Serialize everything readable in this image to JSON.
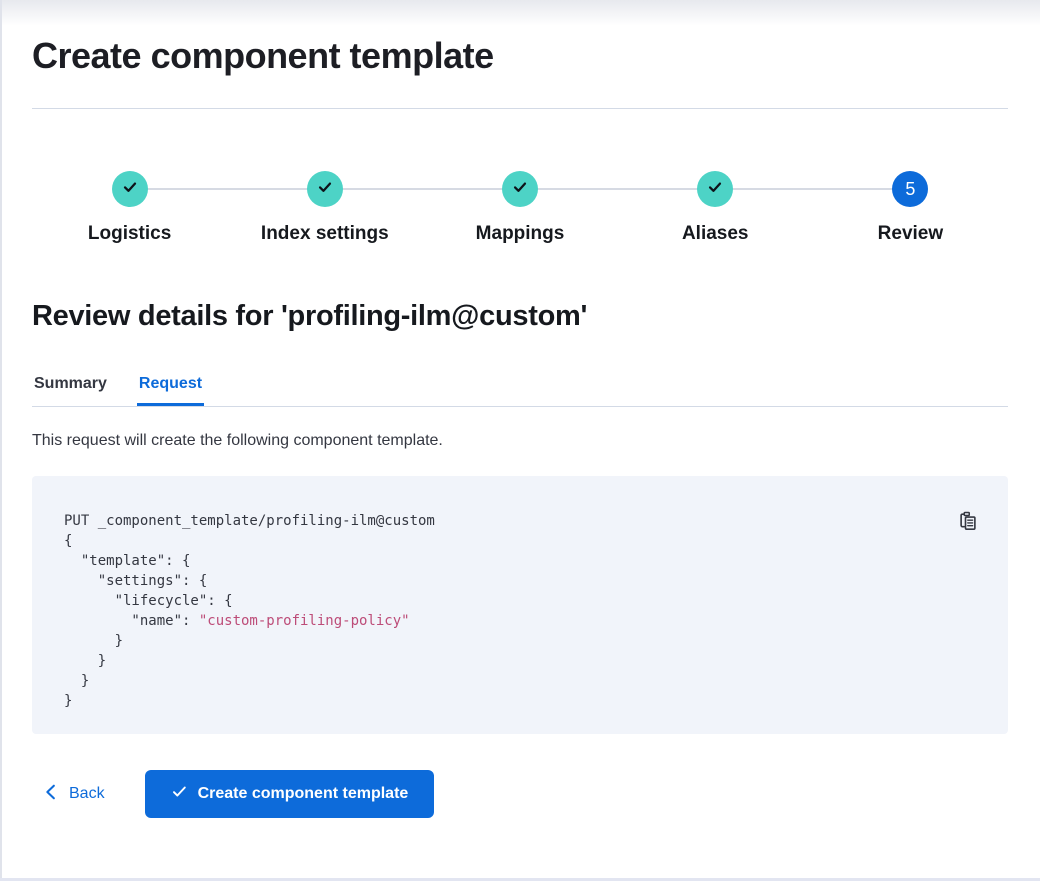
{
  "page": {
    "title": "Create component template"
  },
  "steps": {
    "items": [
      {
        "label": "Logistics",
        "status": "complete"
      },
      {
        "label": "Index settings",
        "status": "complete"
      },
      {
        "label": "Mappings",
        "status": "complete"
      },
      {
        "label": "Aliases",
        "status": "complete"
      },
      {
        "label": "Review",
        "status": "current",
        "number": "5"
      }
    ]
  },
  "review": {
    "heading": "Review details for 'profiling-ilm@custom'",
    "tabs": [
      {
        "label": "Summary",
        "active": false
      },
      {
        "label": "Request",
        "active": true
      }
    ],
    "description": "This request will create the following component template."
  },
  "code": {
    "lines": [
      {
        "segments": [
          {
            "text": "PUT _component_template/profiling-ilm@custom",
            "style": "plain"
          }
        ]
      },
      {
        "segments": [
          {
            "text": "{",
            "style": "plain"
          }
        ]
      },
      {
        "segments": [
          {
            "text": "  \"template\": {",
            "style": "plain"
          }
        ]
      },
      {
        "segments": [
          {
            "text": "    \"settings\": {",
            "style": "plain"
          }
        ]
      },
      {
        "segments": [
          {
            "text": "      \"lifecycle\": {",
            "style": "plain"
          }
        ]
      },
      {
        "segments": [
          {
            "text": "        \"name\": ",
            "style": "plain"
          },
          {
            "text": "\"custom-profiling-policy\"",
            "style": "string"
          }
        ]
      },
      {
        "segments": [
          {
            "text": "      }",
            "style": "plain"
          }
        ]
      },
      {
        "segments": [
          {
            "text": "    }",
            "style": "plain"
          }
        ]
      },
      {
        "segments": [
          {
            "text": "  }",
            "style": "plain"
          }
        ]
      },
      {
        "segments": [
          {
            "text": "}",
            "style": "plain"
          }
        ]
      }
    ]
  },
  "footer": {
    "back_label": "Back",
    "submit_label": "Create component template"
  },
  "icons": {
    "step_check": "check-icon",
    "copy": "copy-clipboard-icon",
    "back_chevron": "chevron-left-icon",
    "submit_check": "check-icon"
  },
  "colors": {
    "step_complete_teal": "#4DD3C6",
    "primary_blue": "#0D6BDA",
    "code_background": "#F1F4FA",
    "code_text": "#343741",
    "code_string_pink": "#BD4C78",
    "divider": "#D3DAE6"
  }
}
